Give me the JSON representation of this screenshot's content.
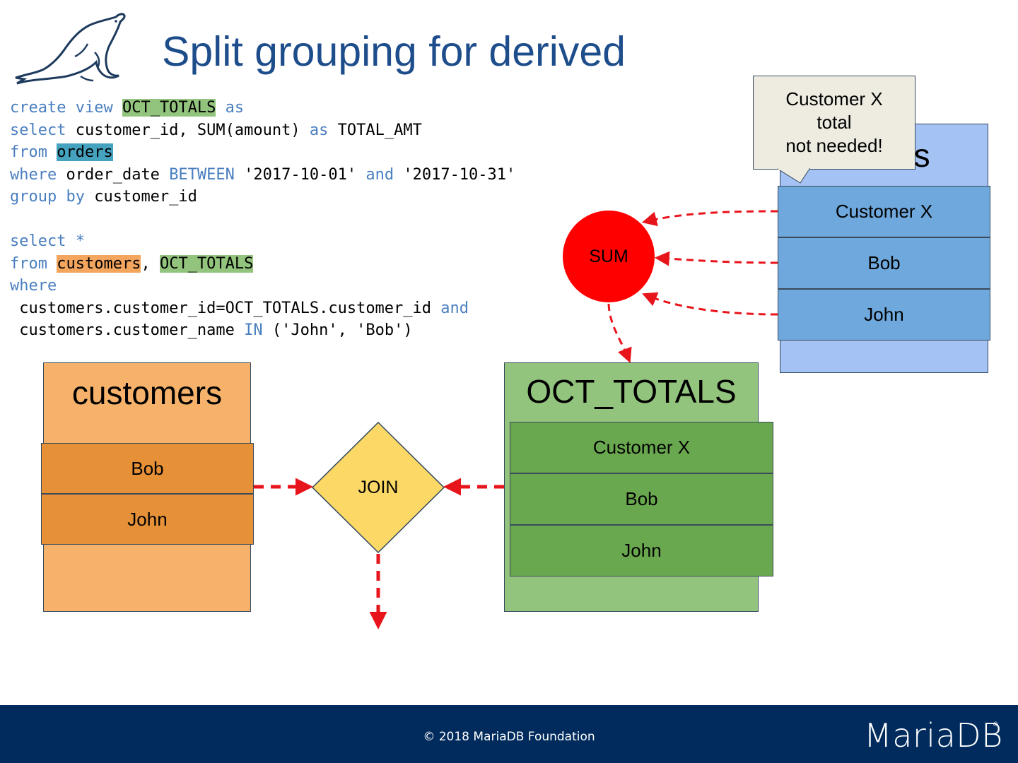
{
  "title": "Split grouping for derived",
  "code": {
    "view_name": "OCT_TOTALS",
    "source_table": "orders",
    "join_table": "customers"
  },
  "tables": {
    "customers": {
      "title": "customers",
      "rows": [
        "Bob",
        "John"
      ]
    },
    "oct_totals": {
      "title": "OCT_TOTALS",
      "rows": [
        "Customer X",
        "Bob",
        "John"
      ]
    },
    "orders": {
      "title": "orders",
      "rows": [
        "Customer X",
        "Bob",
        "John"
      ]
    }
  },
  "callout": {
    "lines": [
      "Customer X",
      "total",
      "not needed!"
    ]
  },
  "sum_label": "SUM",
  "join_label": "JOIN",
  "footer": {
    "copyright": "© 2018 MariaDB Foundation",
    "brand": "MariaDB",
    "brand_mark": "®"
  },
  "colors": {
    "title": "#1e4d8c",
    "keyword": "#4a7fc0",
    "arrow": "#e8141b",
    "footer_bg": "#002b5c"
  }
}
